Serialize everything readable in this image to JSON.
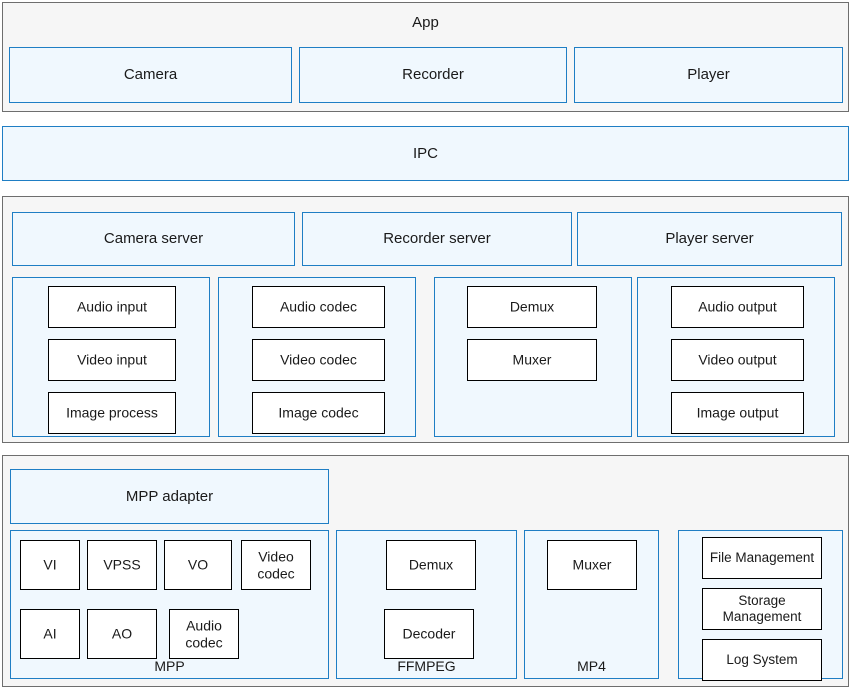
{
  "diagram": {
    "title_app": "App",
    "colors": {
      "panel_border": "#6e6e6e",
      "panel_fill": "#f6f6f6",
      "box_border": "#1f7ec4",
      "box_fill": "#f0f8fe",
      "leaf_border": "#000000",
      "leaf_fill": "#ffffff",
      "text": "#1a1a1a"
    },
    "layers": {
      "app": {
        "title": "App",
        "items": [
          {
            "label": "Camera"
          },
          {
            "label": "Recorder"
          },
          {
            "label": "Player"
          }
        ]
      },
      "ipc": {
        "label": "IPC"
      },
      "server": {
        "servers": [
          {
            "label": "Camera server"
          },
          {
            "label": "Recorder server"
          },
          {
            "label": "Player server"
          }
        ],
        "groups": [
          {
            "name": "camera-server-modules",
            "items": [
              {
                "label": "Audio input"
              },
              {
                "label": "Video input"
              },
              {
                "label": "Image process"
              }
            ]
          },
          {
            "name": "recorder-server-modules",
            "items": [
              {
                "label": "Audio codec"
              },
              {
                "label": "Video codec"
              },
              {
                "label": "Image codec"
              }
            ]
          },
          {
            "name": "demux-muxer-modules",
            "items": [
              {
                "label": "Demux"
              },
              {
                "label": "Muxer"
              }
            ]
          },
          {
            "name": "player-server-modules",
            "items": [
              {
                "label": "Audio output"
              },
              {
                "label": "Video output"
              },
              {
                "label": "Image output"
              }
            ]
          }
        ]
      },
      "platform": {
        "adapter": {
          "label": "MPP adapter"
        },
        "groups": [
          {
            "name": "mpp",
            "caption": "MPP",
            "row1": [
              {
                "label": "VI"
              },
              {
                "label": "VPSS"
              },
              {
                "label": "VO"
              },
              {
                "label": "Video codec"
              }
            ],
            "row2": [
              {
                "label": "AI"
              },
              {
                "label": "AO"
              },
              {
                "label": "Audio codec"
              }
            ]
          },
          {
            "name": "ffmpeg",
            "caption": "FFMPEG",
            "items": [
              {
                "label": "Demux"
              },
              {
                "label": "Decoder"
              }
            ]
          },
          {
            "name": "mp4",
            "caption": "MP4",
            "items": [
              {
                "label": "Muxer"
              }
            ]
          },
          {
            "name": "system-services",
            "caption": "",
            "items": [
              {
                "label": "File Management"
              },
              {
                "label": "Storage Management"
              },
              {
                "label": "Log System"
              }
            ]
          }
        ]
      }
    }
  }
}
